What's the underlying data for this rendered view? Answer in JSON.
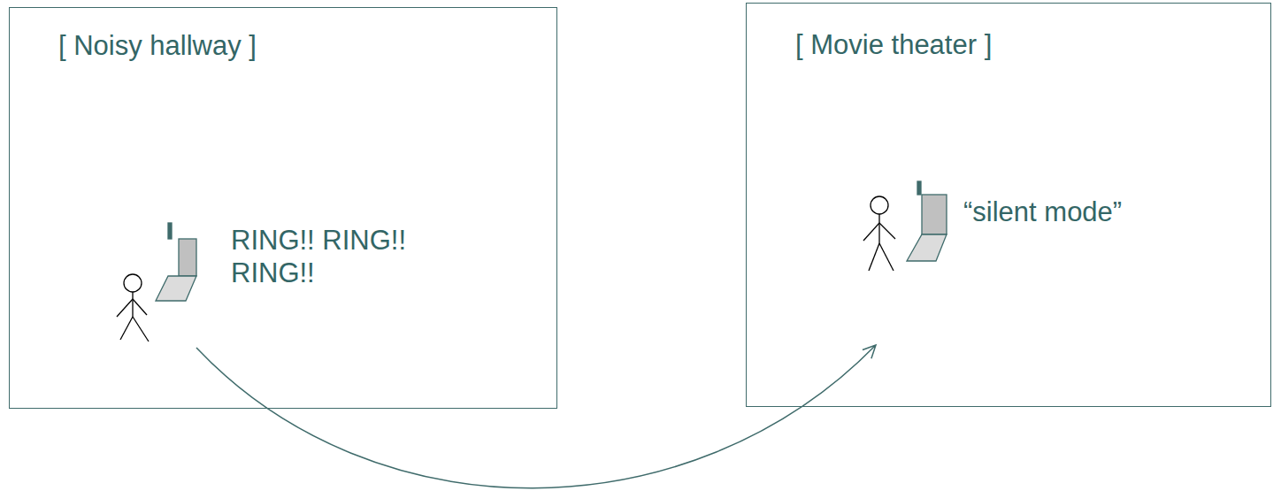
{
  "diagram": {
    "nodes": [
      {
        "text": [
          "[ Noisy hallway ]",
          "RING!! RING!! RING!!"
        ]
      },
      {
        "text": [
          "[ Movie theater ]",
          "“silent mode”"
        ]
      }
    ],
    "edges": [
      {
        "from": 0,
        "to": 1,
        "arrow": "to"
      }
    ]
  }
}
